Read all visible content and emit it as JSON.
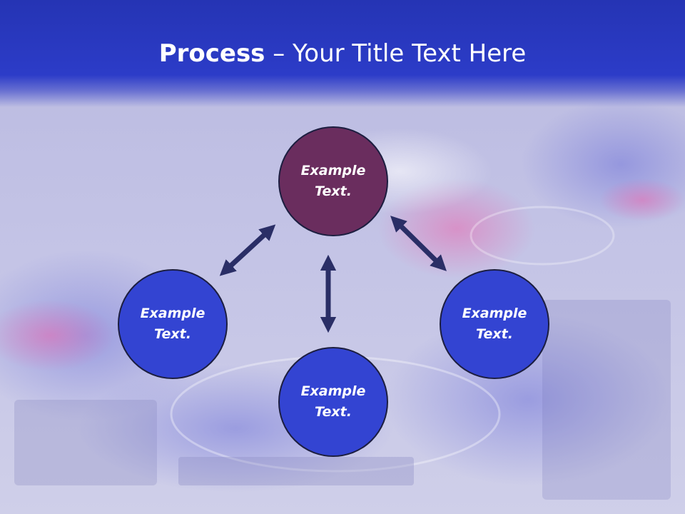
{
  "slide": {
    "title_bold": "Process",
    "title_rest": " – Your Title Text Here"
  },
  "diagram": {
    "nodes": [
      {
        "label": "Example\nText.",
        "color": "#6a2d5e"
      },
      {
        "label": "Example\nText.",
        "color": "#3344d2"
      },
      {
        "label": "Example\nText.",
        "color": "#3344d2"
      },
      {
        "label": "Example\nText.",
        "color": "#3344d2"
      }
    ],
    "arrow_color": "#2a2e66"
  }
}
